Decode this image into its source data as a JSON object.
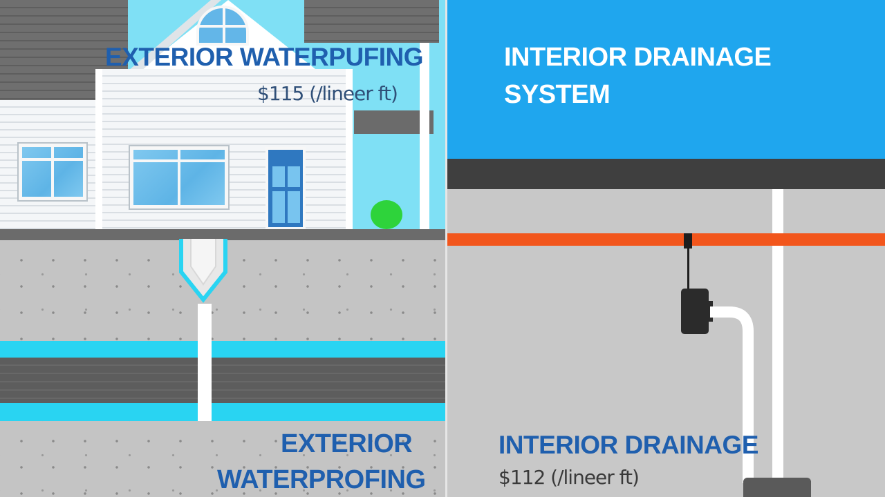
{
  "left_panel": {
    "title": "EXTERIOR WATERPUFING",
    "price": "$115 (/lineer ft)",
    "bottom_title_line1": "EXTERIOR",
    "bottom_title_line2": "WATERPROFING"
  },
  "right_panel": {
    "title_line1": "INTERIOR DRAINAGE",
    "title_line2": "SYSTEM",
    "bottom_title": "INTERIOR DRAINAGE",
    "price": "$112 (/lineer ft)"
  },
  "colors": {
    "sky_blue": "#1fa6ee",
    "membrane_cyan": "#29d4f2",
    "drain_orange": "#f2561c",
    "label_blue": "#1f5fae",
    "shrub_green": "#2ed33b"
  }
}
